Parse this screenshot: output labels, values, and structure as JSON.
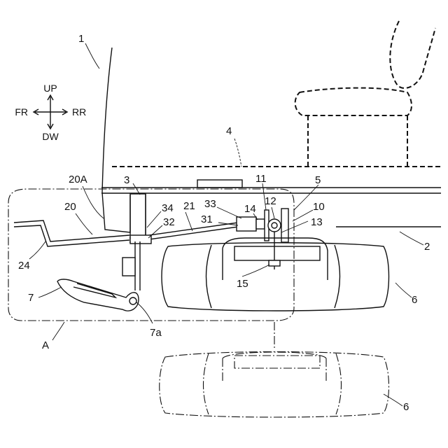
{
  "labels": {
    "l1": "1",
    "l2": "2",
    "l3": "3",
    "l4": "4",
    "l5": "5",
    "l6a": "6",
    "l6b": "6",
    "l7": "7",
    "l7a": "7a",
    "l10": "10",
    "l11": "11",
    "l12": "12",
    "l13": "13",
    "l14": "14",
    "l15": "15",
    "l20": "20",
    "l20A": "20A",
    "l21": "21",
    "l24": "24",
    "l31": "31",
    "l32": "32",
    "l33": "33",
    "l34": "34",
    "lA": "A"
  },
  "directions": {
    "up": "UP",
    "down": "DW",
    "front": "FR",
    "rear": "RR"
  }
}
